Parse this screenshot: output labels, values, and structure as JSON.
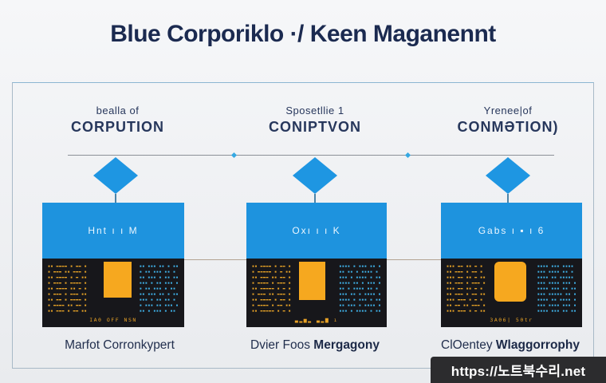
{
  "title": "Blue Corporiklo ·/ Keen Maganennt",
  "watermark": "https://노트북수리.net",
  "colors": {
    "accent_blue": "#1e93de",
    "accent_orange": "#f6a81f",
    "title_navy": "#1b2a50",
    "panel_black": "#17171b",
    "frame_border": "#a8b9c7",
    "watermark_bg": "#2c2c2e"
  },
  "columns": [
    {
      "header_line1": "bealla of",
      "header_line2": "CORPUTION",
      "card_title": "Hnt  ı  ı  M",
      "panel": {
        "left_rows": "▪▪ ▬▬▬▬ ▪ ▬▬ ▪\n▪ ▬▬▬ ▪▪ ▬▬▬ ▪\n▪▪ ▬▬▬▬ ▪ ▬ ▪▪\n▪ ▬▬▬ ▪ ▬▬▬▬ ▪\n▪▪ ▬▬▬▬ ▪▪ ▬ ▪\n▪ ▬▬▬ ▪ ▬▬▬ ▪▪\n▪▪ ▬▬ ▪ ▬▬▬▬ ▪\n▪ ▬▬▬▬ ▪▪ ▬▬ ▪\n▪▪ ▬▬▬ ▪ ▬▬ ▪▪",
        "right_rows": "▪▪ ▪▪▪ ▪▪ ▪ ▪▪\n▪ ▪▪ ▪▪▪ ▪▪ ▪\n▪▪ ▪▪▪ ▪ ▪▪ ▪▪\n▪▪▪ ▪ ▪▪ ▪▪▪ ▪\n▪ ▪▪ ▪▪▪ ▪ ▪▪\n▪▪ ▪▪▪ ▪▪ ▪ ▪▪\n▪▪▪ ▪ ▪▪ ▪▪ ▪\n▪ ▪▪▪ ▪▪ ▪▪▪ ▪\n▪▪ ▪ ▪▪▪ ▪ ▪▪",
        "caption": "IA0 OFF NSN"
      },
      "footer_normal": "Marfot Corronkypert",
      "footer_bold": ""
    },
    {
      "header_line1": "Sposetllie 1",
      "header_line2": "CONIPTVON",
      "card_title": "Oxı ı ı K",
      "panel": {
        "left_rows": "▪▪ ▬▬▬▬ ▪ ▬▬ ▪\n▪ ▬▬▬▬▬ ▪ ▬ ▪▪\n▪▪ ▬▬▬ ▪▪ ▬▬ ▪\n▪ ▬▬▬▬ ▪ ▬▬▬ ▪\n▪▪ ▬▬▬▬▬ ▪ ▬ ▪\n▪ ▬▬▬ ▪▪ ▬▬▬ ▪\n▪▪ ▬▬▬▬ ▪ ▬▬ ▪\n▪ ▬▬▬▬ ▪ ▬▬ ▪▪\n▪▪ ▬▬▬▬▬ ▪ ▬ ▪",
        "right_rows": "▪▪▪▪ ▪ ▪▪▪ ▪▪ ▪\n▪▪ ▪▪ ▪ ▪▪▪▪ ▪\n▪▪▪ ▪ ▪▪▪▪ ▪ ▪▪\n▪▪▪▪ ▪▪ ▪ ▪▪▪ ▪\n▪▪ ▪ ▪▪▪▪ ▪▪ ▪\n▪▪▪ ▪▪ ▪ ▪▪▪▪ ▪\n▪▪▪▪ ▪ ▪▪▪ ▪ ▪▪\n▪▪ ▪▪▪ ▪ ▪▪▪▪ ▪\n▪▪▪ ▪ ▪▪▪▪ ▪ ▪▪",
        "caption": "▃▂▅▂ ▃▂▆ ı"
      },
      "footer_normal": "Dvier Foos ",
      "footer_bold": "Mergagony"
    },
    {
      "header_line1": "Yrenee|of",
      "header_line2": "CONMƏTION)",
      "card_title": "Gabs ı ▪ ı 6",
      "panel": {
        "left_rows": "▪▪▪ ▬▬ ▪▪ ▬ ▪\n▪▪ ▬▬▬ ▪ ▬▬ ▪\n▪▪▪ ▬▬ ▪▪ ▬ ▪▪\n▪▪ ▬▬▬ ▪ ▬▬▬ ▪\n▪▪▪ ▬▬ ▪▪ ▬ ▪\n▪▪ ▬▬▬ ▪ ▬▬ ▪▪\n▪▪▪ ▬▬▬ ▪ ▬ ▪\n▪▪ ▬▬ ▪▪ ▬▬▬ ▪\n▪▪▪ ▬▬▬ ▪ ▬ ▪▪",
        "right_rows": "▪▪▪▪ ▪▪▪ ▪▪▪▪\n▪▪▪ ▪▪▪▪ ▪▪ ▪\n▪▪▪▪ ▪▪ ▪▪▪▪▪\n▪▪▪ ▪▪▪▪ ▪▪▪ ▪\n▪▪▪▪ ▪▪▪ ▪▪ ▪▪\n▪▪▪ ▪▪▪▪▪ ▪▪ ▪\n▪▪▪▪ ▪▪ ▪▪▪▪ ▪\n▪▪▪ ▪▪▪▪ ▪▪▪ ▪\n▪▪▪▪ ▪▪▪ ▪▪ ▪▪",
        "caption": "3A06| 50tr"
      },
      "footer_normal": "ClOentey ",
      "footer_bold": "Wlaggorrophy"
    }
  ]
}
